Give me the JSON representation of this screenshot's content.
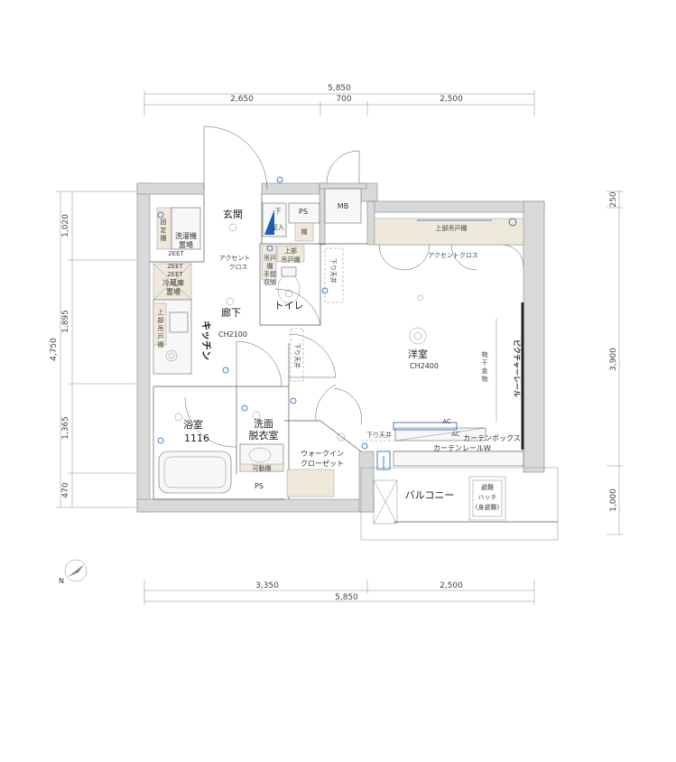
{
  "dimensions": {
    "top_total": "5,850",
    "top_parts": [
      "2,650",
      "700",
      "2,500"
    ],
    "bottom_parts": [
      "3,350",
      "2,500"
    ],
    "bottom_total": "5,850",
    "left_total": "4,750",
    "left_parts": [
      "1,020",
      "1,895",
      "1,365",
      "470"
    ],
    "right_parts": [
      "250",
      "3,900",
      "1,000"
    ]
  },
  "rooms": {
    "genkan": "玄関",
    "shoe_box_top": "下",
    "shoe_box_bottom": "足入",
    "ps_top": "PS",
    "mb": "MB",
    "cupboard": "棚",
    "fixed_shelf_1": "固",
    "fixed_shelf_2": "定",
    "fixed_shelf_3": "棚",
    "washer_1": "洗濯機",
    "washer_2": "置場",
    "accent_cloth_1": "アクセント",
    "accent_cloth_2": "クロス",
    "toilet_shelf_1": "上部",
    "toilet_shelf_2": "吊戸棚",
    "toilet_shelf_3": "吊戸",
    "toilet_shelf_4": "棚",
    "toilet_storage_1": "手摺",
    "toilet_storage_2": "収納",
    "sagari_1": "下り天井",
    "toilet": "トイレ",
    "fridge_1": "冷蔵庫",
    "fridge_2": "置場",
    "hallway": "廊下",
    "hallway_ch": "CH2100",
    "kitchen_shelf_1": "上",
    "kitchen_shelf_2": "部",
    "kitchen_shelf_3": "吊",
    "kitchen_shelf_4": "戸",
    "kitchen_shelf_5": "棚",
    "kitchen": "キッチン",
    "upper_shelf_room": "上部吊戸棚",
    "accent_cloth_room": "アクセントクロス",
    "western_room": "洋室",
    "western_ch": "CH2400",
    "drying_1": "物",
    "drying_2": "干",
    "drying_3": "金",
    "drying_4": "物",
    "picture_rail": "ピクチャーレール",
    "sagari_2": "下り天井",
    "bath": "浴室",
    "bath_size": "1116",
    "washroom_1": "洗面",
    "washroom_2": "脱衣室",
    "wash_shelf": "可動棚",
    "walkin_1": "ウォークイン",
    "walkin_2": "クローゼット",
    "sagari_3": "下り天井",
    "curtain_box": "カーテンボックス",
    "curtain_rail": "カーテンレールW",
    "ps_bottom": "PS",
    "balcony": "バルコニー",
    "hatch_1": "避難",
    "hatch_2": "ハッチ",
    "hatch_3": "(身避難)",
    "ac_1": "AC",
    "ac_2": "AC",
    "outlet_1": "2EET",
    "outlet_2": "2EET",
    "outlet_3": "2EET"
  },
  "compass": {
    "label": "N"
  },
  "colors": {
    "wall": "#d9d9d9",
    "fixture": "#efe9dc",
    "equipment": "#1a5fb4"
  }
}
